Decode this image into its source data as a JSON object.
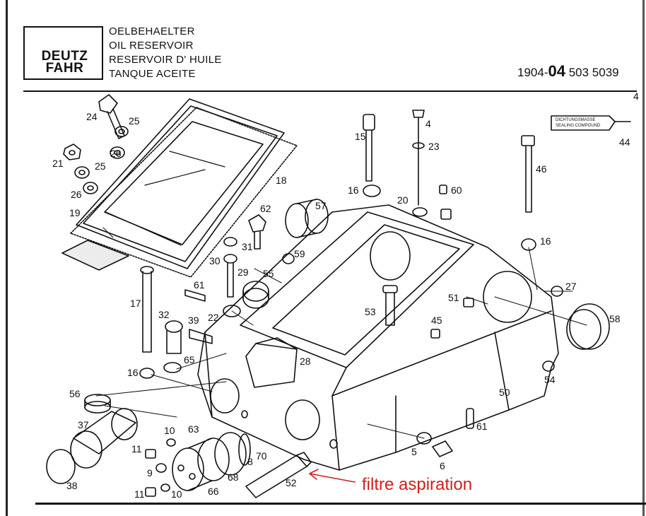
{
  "header": {
    "brand_line1": "DEUTZ",
    "brand_line2": "FAHR",
    "titles": [
      "OELBEHAELTER",
      "OIL RESERVOIR",
      "RESERVOIR D' HUILE",
      "TANQUE ACEITE"
    ],
    "part_prefix": "1904-",
    "part_big": "04",
    "part_suffix": "503 5039",
    "page_marker": "4"
  },
  "compound_tube": {
    "line1": "DICHTUNGSMASSE",
    "line2": "SEALING COMPOUND"
  },
  "callouts": [
    "24",
    "25",
    "26",
    "21",
    "25",
    "26",
    "19",
    "18",
    "15",
    "4",
    "23",
    "44",
    "46",
    "16",
    "20",
    "60",
    "57",
    "62",
    "31",
    "30",
    "29",
    "59",
    "55",
    "61",
    "22",
    "17",
    "32",
    "39",
    "28",
    "16",
    "65",
    "56",
    "37",
    "38",
    "10",
    "11",
    "9",
    "11",
    "10",
    "63",
    "66",
    "68",
    "8",
    "70",
    "52",
    "53",
    "51",
    "45",
    "16",
    "27",
    "58",
    "54",
    "50",
    "61",
    "5",
    "6"
  ],
  "annotation": {
    "text": "filtre aspiration",
    "color": "#d21f1f"
  }
}
